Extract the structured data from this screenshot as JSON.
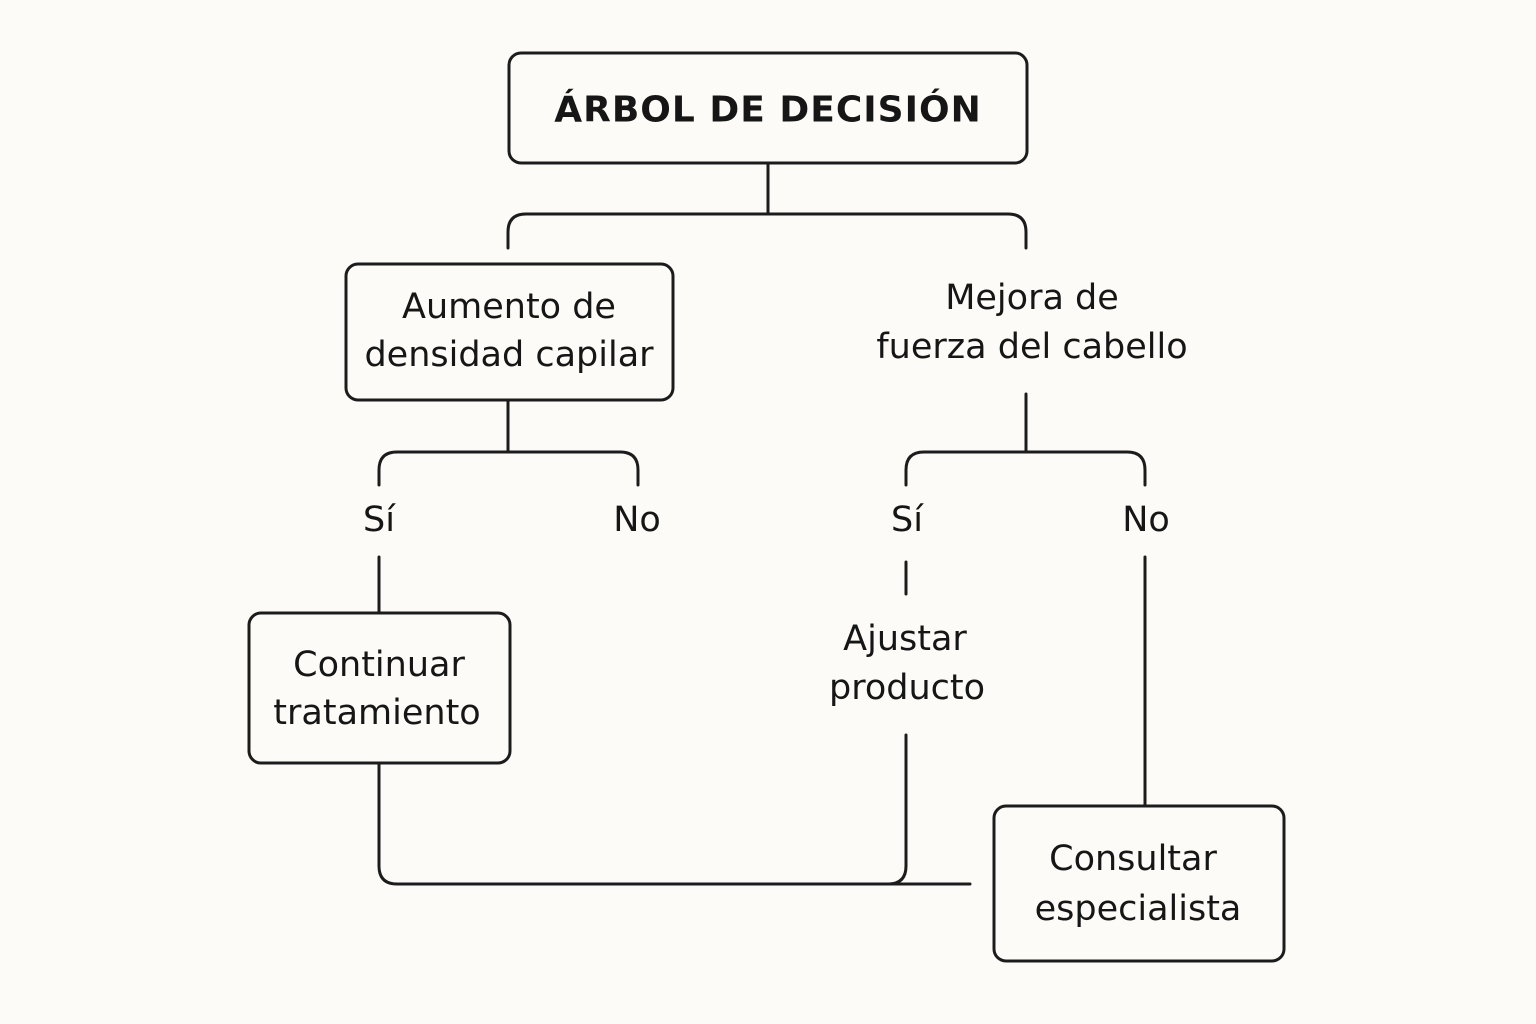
{
  "title": "ÁRBOL DE DECISIÓN",
  "branches": {
    "left": {
      "question_line1": "Aumento de",
      "question_line2": "densidad capilar",
      "yes_label": "Sí",
      "no_label": "No",
      "yes_outcome_line1": "Continuar",
      "yes_outcome_line2": "tratamiento"
    },
    "right": {
      "question_line1": "Mejora de",
      "question_line2": "fuerza del cabello",
      "yes_label": "Sí",
      "no_label": "No",
      "yes_outcome_line1": "Ajustar",
      "yes_outcome_line2": "producto"
    }
  },
  "final": {
    "line1": "Consultar",
    "line2": "especialista"
  }
}
